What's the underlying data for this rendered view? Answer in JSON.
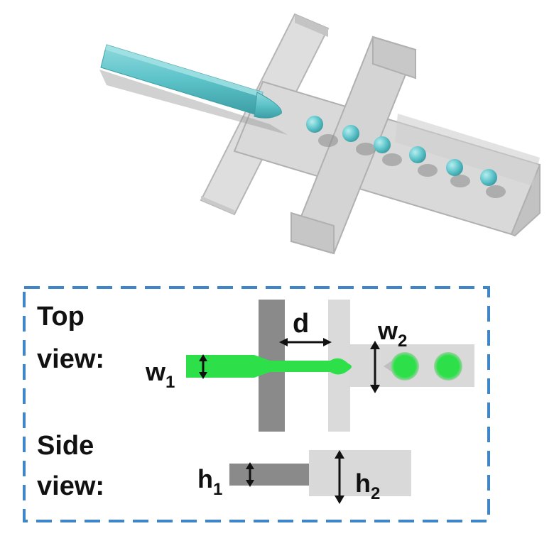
{
  "panel": {
    "top_view_label_line1": "Top",
    "top_view_label_line2": "view:",
    "side_view_label_line1": "Side",
    "side_view_label_line2": "view:"
  },
  "dimensions": {
    "d": "d",
    "w1_base": "w",
    "w1_sub": "1",
    "w2_base": "w",
    "w2_sub": "2",
    "h1_base": "h",
    "h1_sub": "1",
    "h2_base": "h",
    "h2_sub": "2"
  },
  "colors": {
    "capillary": "#5cc3c9",
    "channel_glass": "#d6d6d6",
    "dashed_border": "#3f86c9",
    "jet_green": "#2de04a",
    "dark_channel": "#8a8a8a",
    "light_channel": "#d9d9d9"
  }
}
